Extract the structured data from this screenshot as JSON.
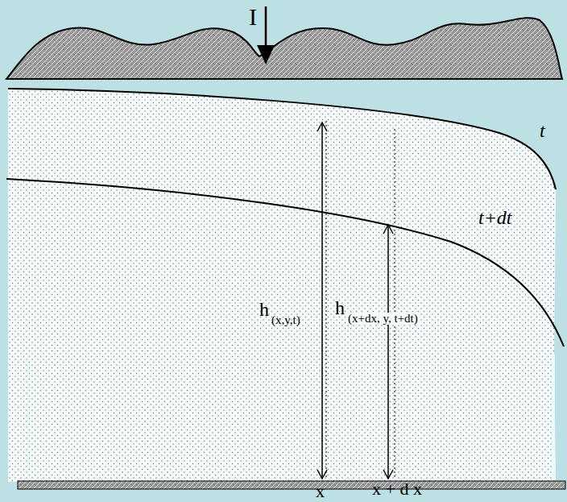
{
  "diagram": {
    "labels": [
      "I",
      "t",
      "t+dt",
      "h",
      "(x,y,t)",
      "h",
      "(x+dx, y, t+dt)",
      "x",
      "x + d x"
    ]
  }
}
